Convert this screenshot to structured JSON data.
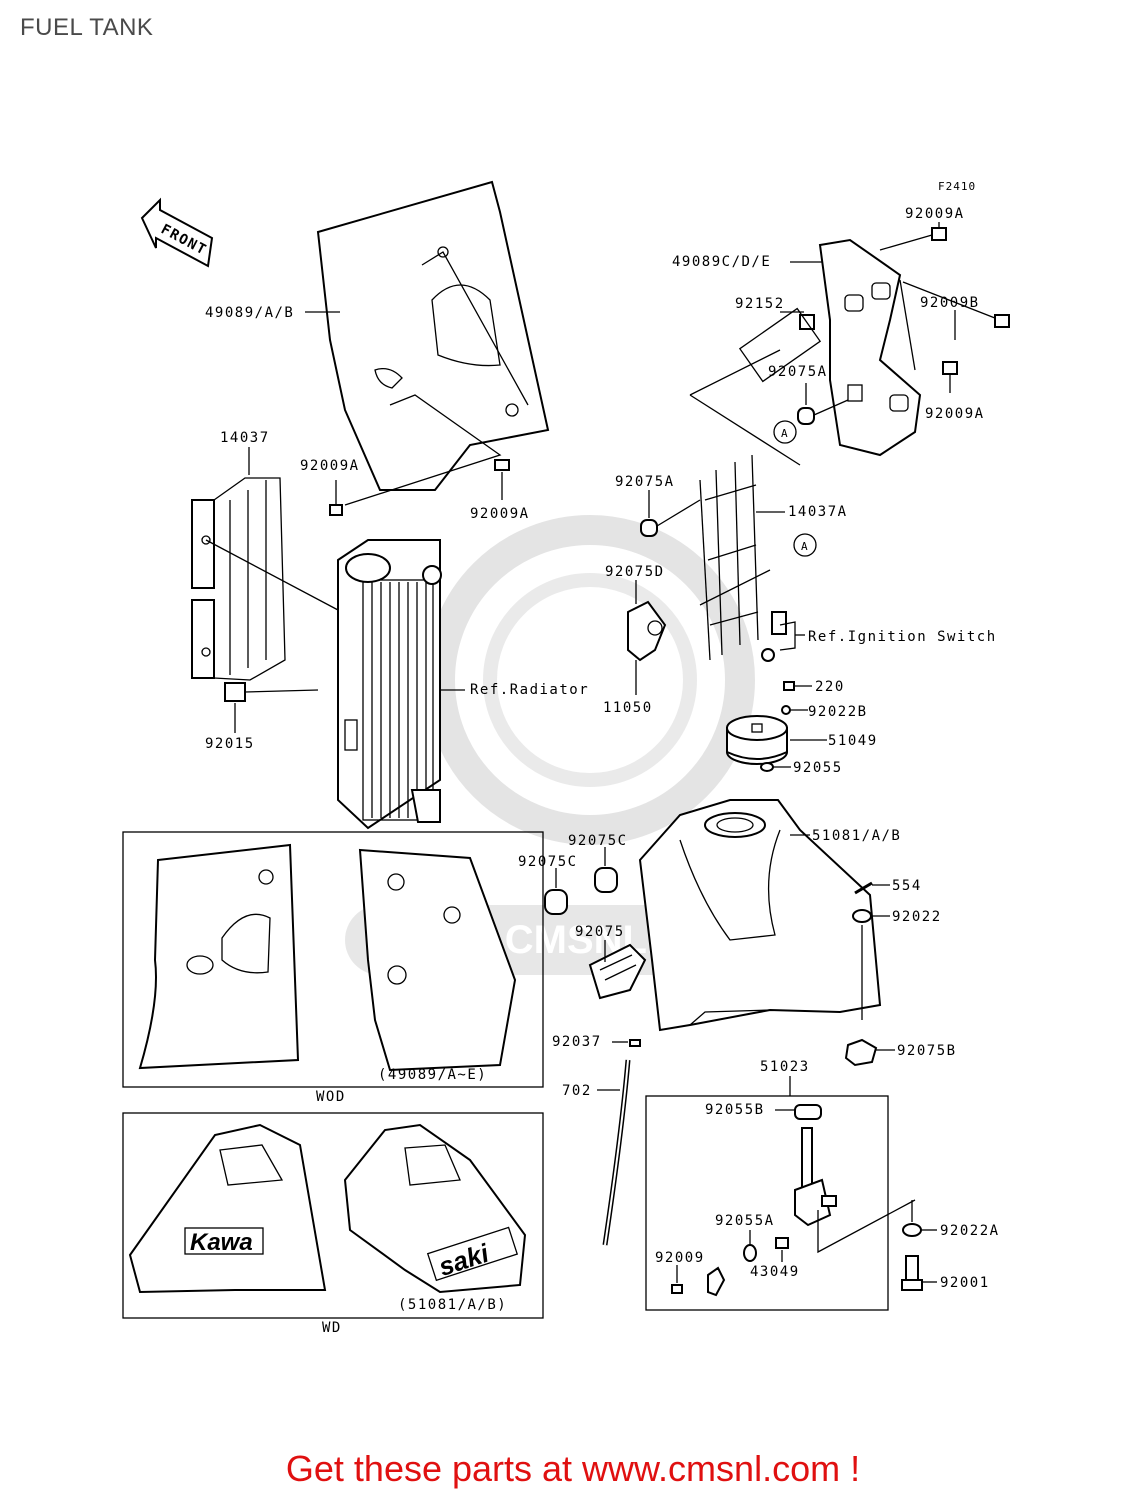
{
  "title": "FUEL TANK",
  "figure_code": "F2410",
  "front_arrow_label": "FRONT",
  "callouts": {
    "p49089CDE": "49089C/D/E",
    "p92009A_1": "92009A",
    "p92152": "92152",
    "p92009B": "92009B",
    "p49089AB": "49089/A/B",
    "p92075A_1": "92075A",
    "p92009A_2": "92009A",
    "p14037": "14037",
    "p92009A_3": "92009A",
    "p92075A_2": "92075A",
    "p92009A_4": "92009A",
    "p14037A": "14037A",
    "p92075D": "92075D",
    "ref_ignition": "Ref.Ignition Switch",
    "p220": "220",
    "ref_radiator": "Ref.Radiator",
    "p11050": "11050",
    "p92022B": "92022B",
    "p51049": "51049",
    "p92015": "92015",
    "p92055": "92055",
    "p92075C_1": "92075C",
    "p51081AB": "51081/A/B",
    "p92075C_2": "92075C",
    "p554": "554",
    "p92022": "92022",
    "p92075": "92075",
    "p92037": "92037",
    "p92075B": "92075B",
    "p51023": "51023",
    "p702": "702",
    "p92055B": "92055B",
    "p92055A": "92055A",
    "p92022A": "92022A",
    "p92009": "92009",
    "p43049": "43049",
    "p92001": "92001"
  },
  "ref_marker": "A",
  "inset_wod": {
    "caption": "(49089/A~E)",
    "label": "WOD"
  },
  "inset_wd": {
    "caption": "(51081/A/B)",
    "label": "WD"
  },
  "decals": {
    "left": "Kawa",
    "right": "saki"
  },
  "watermark": "WWW.CMSNL.COM",
  "promo_text": "Get these parts at www.cmsnl.com !"
}
